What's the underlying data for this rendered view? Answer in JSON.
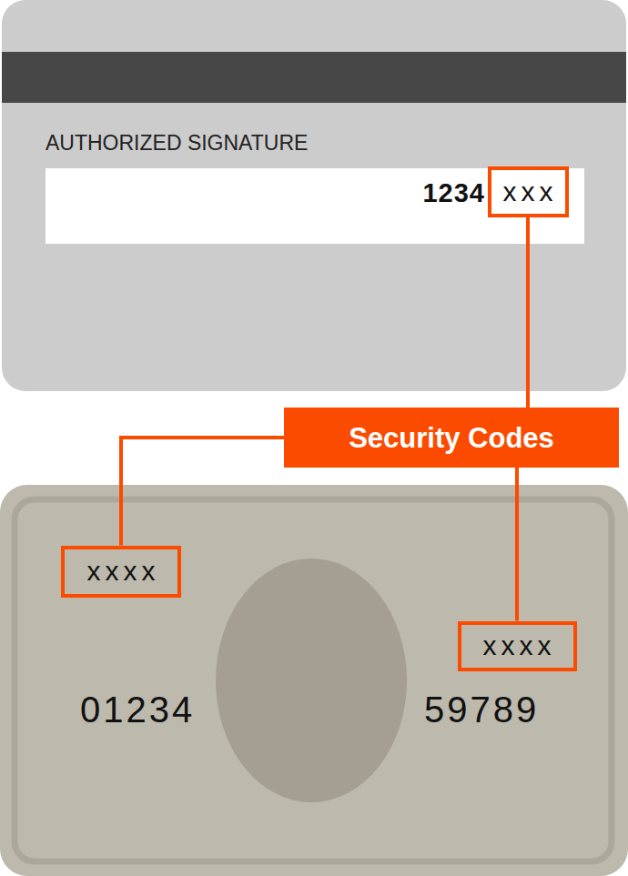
{
  "diagram": {
    "nodes": [
      {
        "text": [
          "xxx"
        ]
      },
      {
        "text": [
          "Security Codes"
        ]
      },
      {
        "text": [
          "xxxx"
        ]
      },
      {
        "text": [
          "xxxx"
        ]
      }
    ],
    "edges": [
      {
        "from": 1,
        "to": 0,
        "arrow": "none"
      },
      {
        "from": 1,
        "to": 2,
        "arrow": "none"
      },
      {
        "from": 1,
        "to": 3,
        "arrow": "none"
      }
    ],
    "labels": [
      "AUTHORIZED SIGNATURE",
      "1234",
      "01234",
      "59789"
    ]
  }
}
